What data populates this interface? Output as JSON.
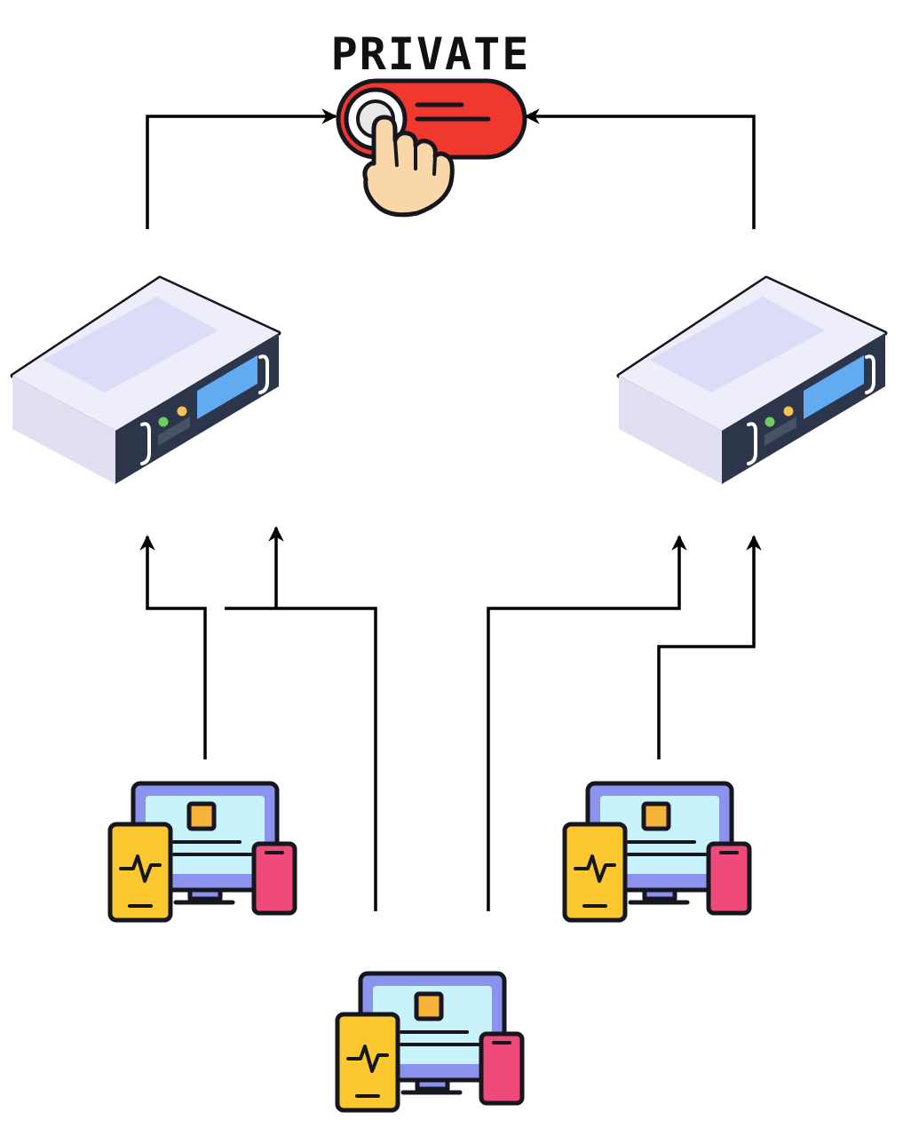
{
  "title": "PRIVATE",
  "colors": {
    "toggle_red": "#f0382e",
    "toggle_knob": "#e8e8e8",
    "hand_skin": "#f9d7a8",
    "server_body": "#eeeefa",
    "server_panel": "#dcdcf8",
    "server_front": "#2c3549",
    "server_screen": "#62aaf2",
    "led_green": "#6fcf5d",
    "led_yellow": "#f5c451",
    "monitor_frame": "#8b93ec",
    "monitor_screen": "#c8f3fb",
    "tablet": "#fcc830",
    "phone": "#f04a7a",
    "content_block": "#f7b238",
    "arrow": "#000000"
  },
  "nodes": [
    {
      "id": "toggle",
      "kind": "toggle-switch-with-hand-icon",
      "label_ref": "title"
    },
    {
      "id": "server-left",
      "kind": "server-icon"
    },
    {
      "id": "server-right",
      "kind": "server-icon"
    },
    {
      "id": "devices-left",
      "kind": "devices-icon"
    },
    {
      "id": "devices-right",
      "kind": "devices-icon"
    },
    {
      "id": "devices-center",
      "kind": "devices-icon"
    }
  ],
  "edges": [
    {
      "from": "server-left",
      "to": "toggle"
    },
    {
      "from": "server-right",
      "to": "toggle"
    },
    {
      "from": "devices-left",
      "to": "server-left"
    },
    {
      "from": "devices-center",
      "to": "server-left"
    },
    {
      "from": "devices-center",
      "to": "server-right"
    },
    {
      "from": "devices-right",
      "to": "server-right"
    }
  ]
}
